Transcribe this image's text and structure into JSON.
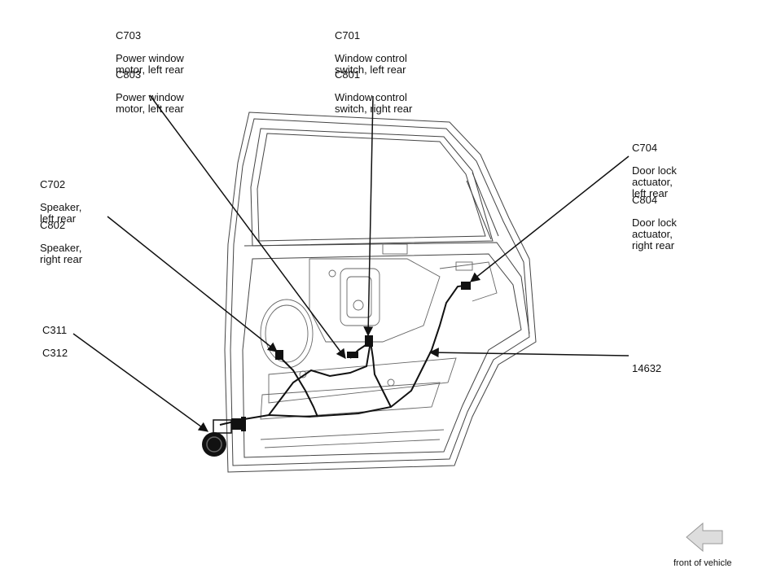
{
  "connectors": {
    "c703": {
      "code": "C703",
      "desc": "Power window\nmotor, left rear"
    },
    "c803": {
      "code": "C803",
      "desc": "Power window\nmotor, left rear"
    },
    "c701": {
      "code": "C701",
      "desc": "Window control\nswitch, left rear"
    },
    "c801": {
      "code": "C801",
      "desc": "Window control\nswitch, right rear"
    },
    "c702": {
      "code": "C702",
      "desc": "Speaker,\nleft rear"
    },
    "c802": {
      "code": "C802",
      "desc": "Speaker,\nright rear"
    },
    "c311": {
      "code": "C311",
      "desc": "C312"
    },
    "c704": {
      "code": "C704",
      "desc": "Door lock\nactuator,\nleft rear"
    },
    "c804": {
      "code": "C804",
      "desc": "Door lock\nactuator,\nright rear"
    }
  },
  "harness": {
    "code": "14632"
  },
  "orientation": {
    "label": "front of vehicle",
    "icon": "left-arrow-icon"
  }
}
